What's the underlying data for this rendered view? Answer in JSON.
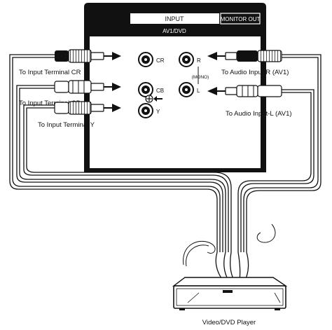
{
  "panel": {
    "input_label": "INPUT",
    "monitor_out_label": "MONITOR OUT",
    "section_label": "AV1/DVD",
    "jack_cr_label": "CR",
    "jack_cb_label": "CB",
    "jack_y_label": "Y",
    "jack_r_label": "R",
    "jack_l_label": "L",
    "mono_label": "(MONO)"
  },
  "labels": {
    "input_cr": "To Input Terminal CR",
    "input_cb": "To Input Terminal CB",
    "input_y": "To Input Terminal  Y",
    "audio_r": "To Audio Input-R (AV1)",
    "audio_l": "To Audio Input-L (AV1)",
    "device": "Video/DVD Player"
  },
  "icons": {
    "ground": "ground-symbol-icon",
    "arrow": "insert-arrow-icon"
  }
}
